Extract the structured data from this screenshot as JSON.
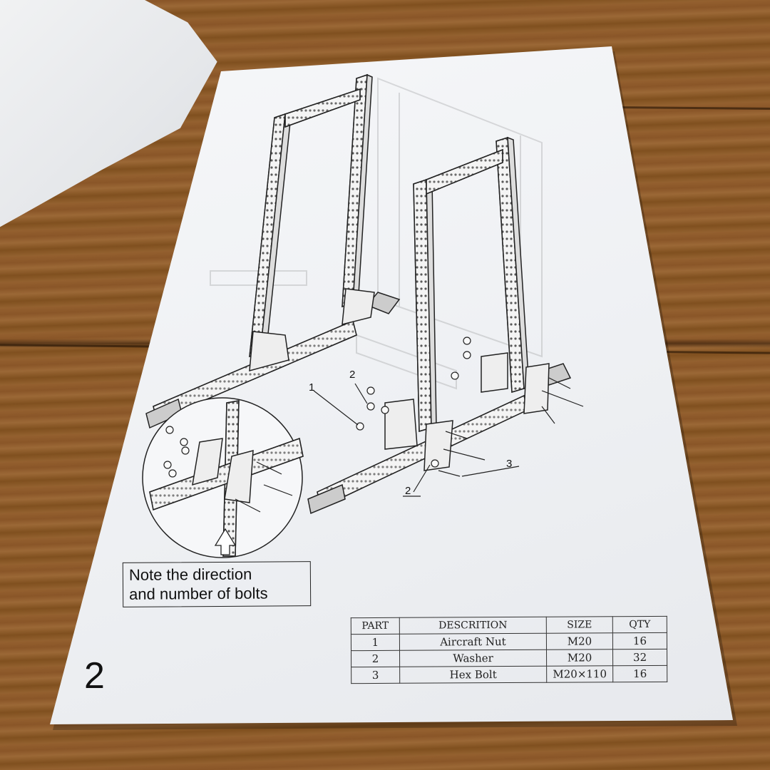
{
  "note": {
    "line1": "Note the direction",
    "line2": "and number of bolts"
  },
  "page_number": "2",
  "callouts": {
    "c1": "1",
    "c2a": "2",
    "c2b": "2",
    "c3": "3"
  },
  "parts_table": {
    "headers": [
      "PART",
      "DESCRITION",
      "SIZE",
      "QTY"
    ],
    "rows": [
      [
        "1",
        "Aircraft Nut",
        "M20",
        "16"
      ],
      [
        "2",
        "Washer",
        "M20",
        "32"
      ],
      [
        "3",
        "Hex Bolt",
        "M20×110",
        "16"
      ]
    ]
  }
}
